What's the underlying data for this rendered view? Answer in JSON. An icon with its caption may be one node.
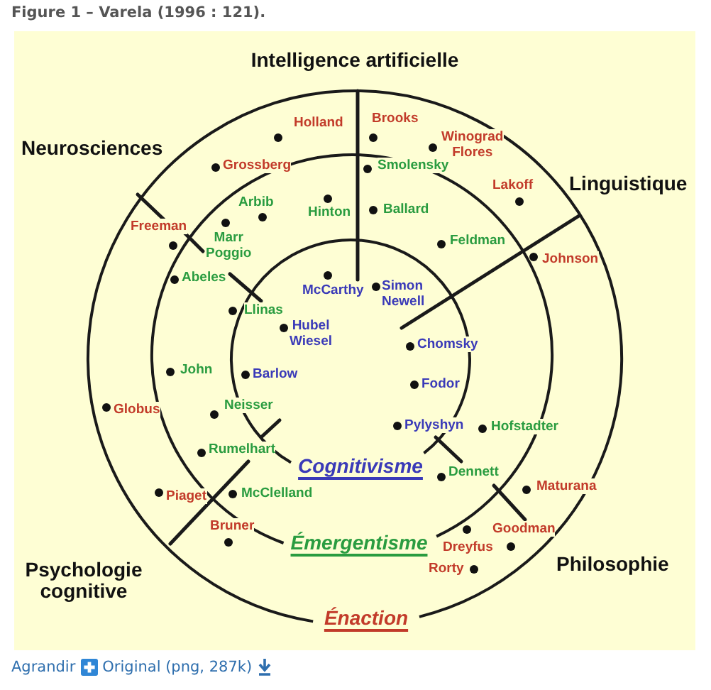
{
  "diagram": {
    "title": "Figure 1 – Varela (1996 : 121).",
    "nodes": [
      {
        "text": [
          "Énaction"
        ]
      },
      {
        "text": [
          "Émergentisme"
        ],
        "in": 0
      },
      {
        "text": [
          "Cognitivisme"
        ],
        "in": 1
      }
    ],
    "labels": [
      "Intelligence artificielle",
      "Holland",
      "Brooks",
      "Neurosciences",
      "Winograd Flores",
      "Grossberg",
      "Smolensky",
      "Lakoff",
      "Linguistique",
      "Arbib",
      "Hinton",
      "Ballard",
      "Freeman",
      "Marr Poggio",
      "Feldman",
      "Johnson",
      "Abeles",
      "McCarthy",
      "Simon Newell",
      "Llinas",
      "Hubel Wiesel",
      "Chomsky",
      "John",
      "Barlow",
      "Fodor",
      "Globus",
      "Neisser",
      "Pylyshyn",
      "Hofstadter",
      "Rumelhart",
      "Dennett",
      "Piaget",
      "McClelland",
      "Maturana",
      "Bruner",
      "Goodman",
      "Dreyfus",
      "Psychologie cognitive",
      "Rorty",
      "Philosophie",
      "Agrandir",
      "Original (png, 287k)"
    ]
  }
}
